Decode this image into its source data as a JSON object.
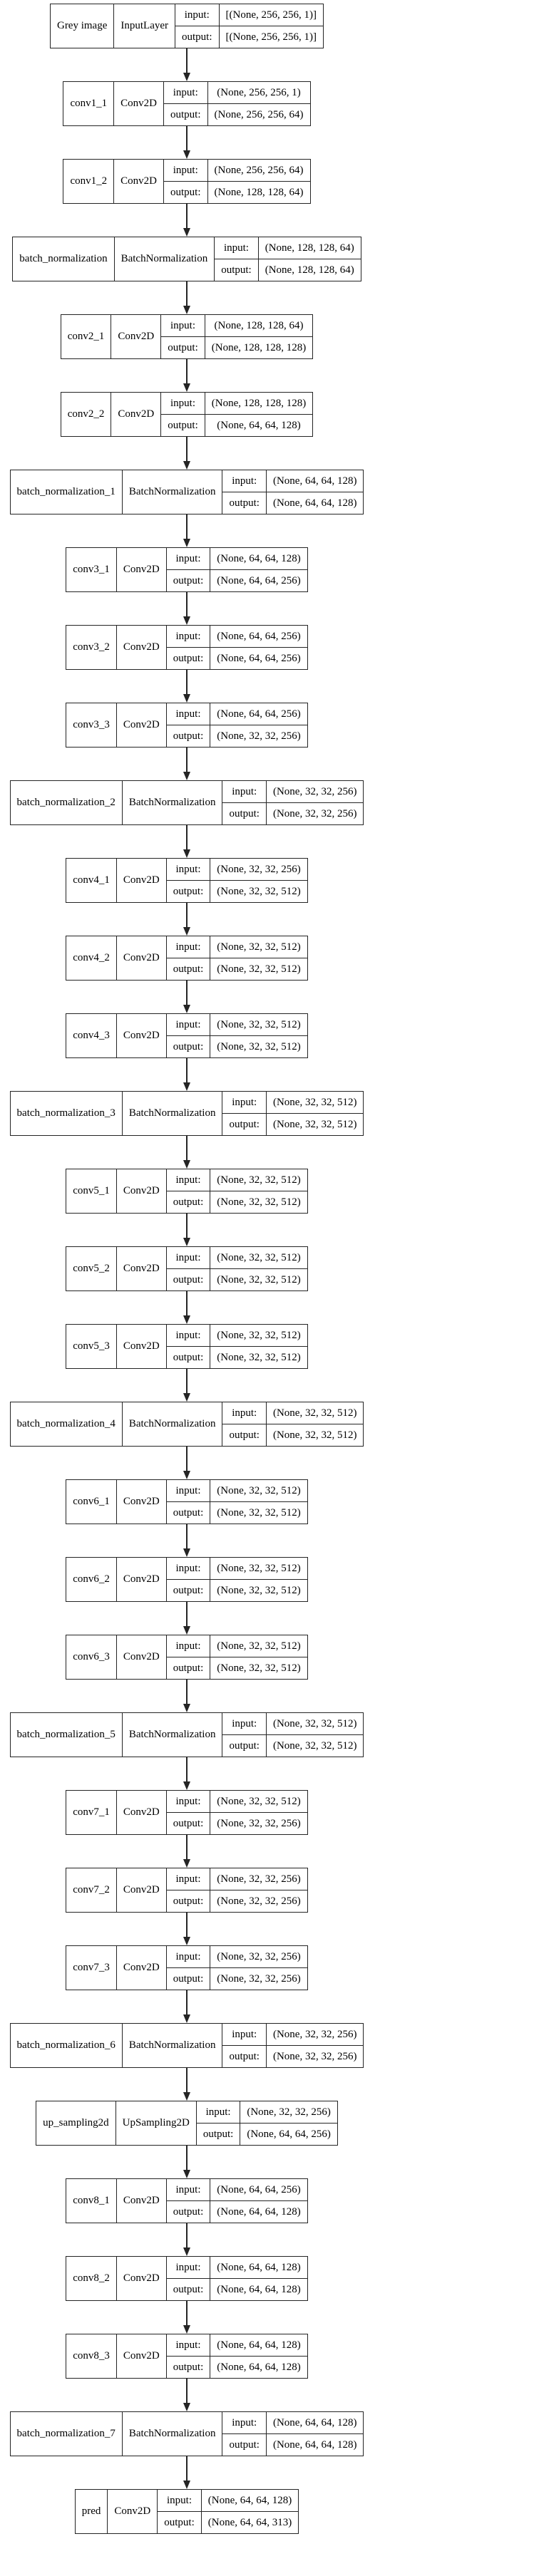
{
  "diagram": {
    "colors": {
      "background": "#ffffff",
      "line": "#242424",
      "text": "#000000"
    },
    "io_labels": {
      "input": "input:",
      "output": "output:"
    },
    "nodes": [
      {
        "name": "Grey image",
        "type": "InputLayer",
        "input": "[(None, 256, 256, 1)]",
        "output": "[(None, 256, 256, 1)]"
      },
      {
        "name": "conv1_1",
        "type": "Conv2D",
        "input": "(None, 256, 256, 1)",
        "output": "(None, 256, 256, 64)"
      },
      {
        "name": "conv1_2",
        "type": "Conv2D",
        "input": "(None, 256, 256, 64)",
        "output": "(None, 128, 128, 64)"
      },
      {
        "name": "batch_normalization",
        "type": "BatchNormalization",
        "input": "(None, 128, 128, 64)",
        "output": "(None, 128, 128, 64)"
      },
      {
        "name": "conv2_1",
        "type": "Conv2D",
        "input": "(None, 128, 128, 64)",
        "output": "(None, 128, 128, 128)"
      },
      {
        "name": "conv2_2",
        "type": "Conv2D",
        "input": "(None, 128, 128, 128)",
        "output": "(None, 64, 64, 128)"
      },
      {
        "name": "batch_normalization_1",
        "type": "BatchNormalization",
        "input": "(None, 64, 64, 128)",
        "output": "(None, 64, 64, 128)"
      },
      {
        "name": "conv3_1",
        "type": "Conv2D",
        "input": "(None, 64, 64, 128)",
        "output": "(None, 64, 64, 256)"
      },
      {
        "name": "conv3_2",
        "type": "Conv2D",
        "input": "(None, 64, 64, 256)",
        "output": "(None, 64, 64, 256)"
      },
      {
        "name": "conv3_3",
        "type": "Conv2D",
        "input": "(None, 64, 64, 256)",
        "output": "(None, 32, 32, 256)"
      },
      {
        "name": "batch_normalization_2",
        "type": "BatchNormalization",
        "input": "(None, 32, 32, 256)",
        "output": "(None, 32, 32, 256)"
      },
      {
        "name": "conv4_1",
        "type": "Conv2D",
        "input": "(None, 32, 32, 256)",
        "output": "(None, 32, 32, 512)"
      },
      {
        "name": "conv4_2",
        "type": "Conv2D",
        "input": "(None, 32, 32, 512)",
        "output": "(None, 32, 32, 512)"
      },
      {
        "name": "conv4_3",
        "type": "Conv2D",
        "input": "(None, 32, 32, 512)",
        "output": "(None, 32, 32, 512)"
      },
      {
        "name": "batch_normalization_3",
        "type": "BatchNormalization",
        "input": "(None, 32, 32, 512)",
        "output": "(None, 32, 32, 512)"
      },
      {
        "name": "conv5_1",
        "type": "Conv2D",
        "input": "(None, 32, 32, 512)",
        "output": "(None, 32, 32, 512)"
      },
      {
        "name": "conv5_2",
        "type": "Conv2D",
        "input": "(None, 32, 32, 512)",
        "output": "(None, 32, 32, 512)"
      },
      {
        "name": "conv5_3",
        "type": "Conv2D",
        "input": "(None, 32, 32, 512)",
        "output": "(None, 32, 32, 512)"
      },
      {
        "name": "batch_normalization_4",
        "type": "BatchNormalization",
        "input": "(None, 32, 32, 512)",
        "output": "(None, 32, 32, 512)"
      },
      {
        "name": "conv6_1",
        "type": "Conv2D",
        "input": "(None, 32, 32, 512)",
        "output": "(None, 32, 32, 512)"
      },
      {
        "name": "conv6_2",
        "type": "Conv2D",
        "input": "(None, 32, 32, 512)",
        "output": "(None, 32, 32, 512)"
      },
      {
        "name": "conv6_3",
        "type": "Conv2D",
        "input": "(None, 32, 32, 512)",
        "output": "(None, 32, 32, 512)"
      },
      {
        "name": "batch_normalization_5",
        "type": "BatchNormalization",
        "input": "(None, 32, 32, 512)",
        "output": "(None, 32, 32, 512)"
      },
      {
        "name": "conv7_1",
        "type": "Conv2D",
        "input": "(None, 32, 32, 512)",
        "output": "(None, 32, 32, 256)"
      },
      {
        "name": "conv7_2",
        "type": "Conv2D",
        "input": "(None, 32, 32, 256)",
        "output": "(None, 32, 32, 256)"
      },
      {
        "name": "conv7_3",
        "type": "Conv2D",
        "input": "(None, 32, 32, 256)",
        "output": "(None, 32, 32, 256)"
      },
      {
        "name": "batch_normalization_6",
        "type": "BatchNormalization",
        "input": "(None, 32, 32, 256)",
        "output": "(None, 32, 32, 256)"
      },
      {
        "name": "up_sampling2d",
        "type": "UpSampling2D",
        "input": "(None, 32, 32, 256)",
        "output": "(None, 64, 64, 256)"
      },
      {
        "name": "conv8_1",
        "type": "Conv2D",
        "input": "(None, 64, 64, 256)",
        "output": "(None, 64, 64, 128)"
      },
      {
        "name": "conv8_2",
        "type": "Conv2D",
        "input": "(None, 64, 64, 128)",
        "output": "(None, 64, 64, 128)"
      },
      {
        "name": "conv8_3",
        "type": "Conv2D",
        "input": "(None, 64, 64, 128)",
        "output": "(None, 64, 64, 128)"
      },
      {
        "name": "batch_normalization_7",
        "type": "BatchNormalization",
        "input": "(None, 64, 64, 128)",
        "output": "(None, 64, 64, 128)"
      },
      {
        "name": "pred",
        "type": "Conv2D",
        "input": "(None, 64, 64, 128)",
        "output": "(None, 64, 64, 313)"
      }
    ]
  }
}
